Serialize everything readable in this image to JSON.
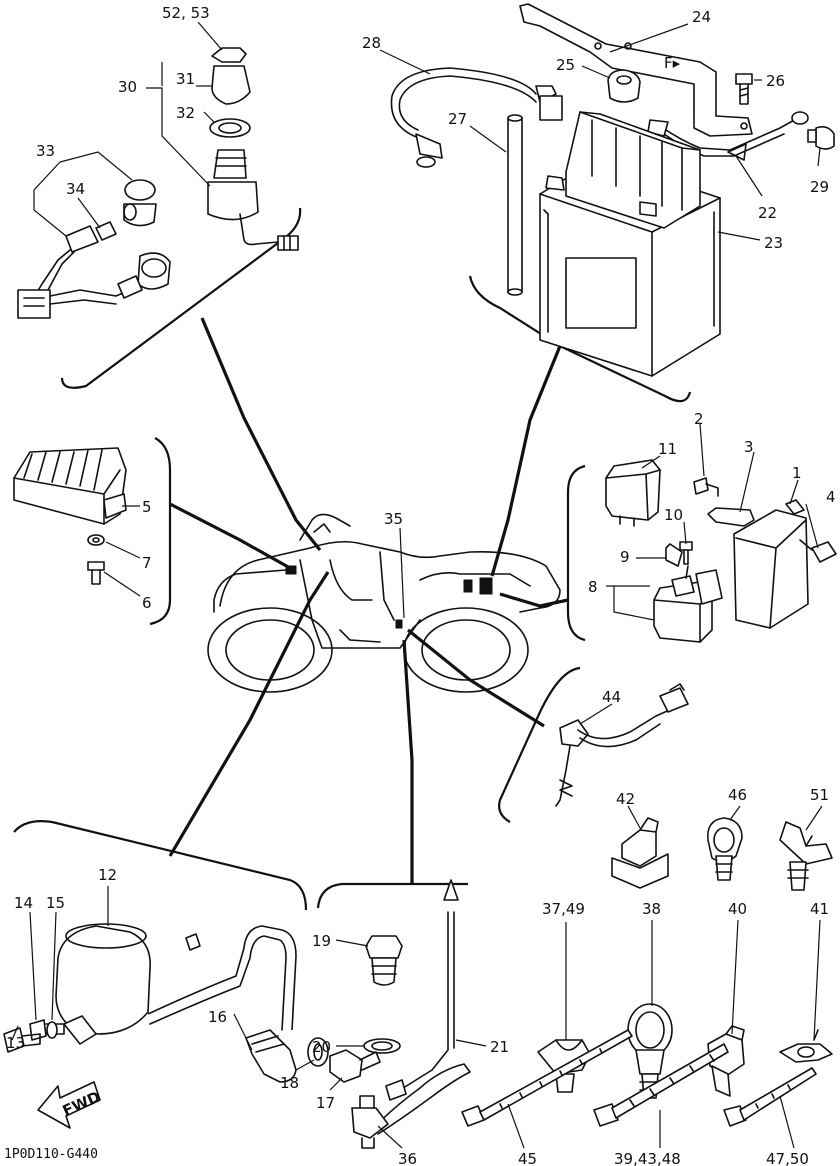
{
  "diagram_code": "1P0D110-G440",
  "fwd_label": "FWD",
  "labels": {
    "p1": "1",
    "p2": "2",
    "p3": "3",
    "p4": "4",
    "p5": "5",
    "p6": "6",
    "p7": "7",
    "p8": "8",
    "p9": "9",
    "p10": "10",
    "p11": "11",
    "p12": "12",
    "p13": "13",
    "p14": "14",
    "p15": "15",
    "p16": "16",
    "p17": "17",
    "p18": "18",
    "p19": "19",
    "p20": "20",
    "p21": "21",
    "p22": "22",
    "p23": "23",
    "p24": "24",
    "p25": "25",
    "p26": "26",
    "p27": "27",
    "p28": "28",
    "p29": "29",
    "p30": "30",
    "p31": "31",
    "p32": "32",
    "p33": "33",
    "p34": "34",
    "p35": "35",
    "p36": "36",
    "p38": "38",
    "p40": "40",
    "p41": "41",
    "p42": "42",
    "p44": "44",
    "p45": "45",
    "p46": "46",
    "p51": "51",
    "p52_53": "52, 53",
    "p37_49": "37,49",
    "p39_43_48": "39,43,48",
    "p47_50": "47,50"
  }
}
